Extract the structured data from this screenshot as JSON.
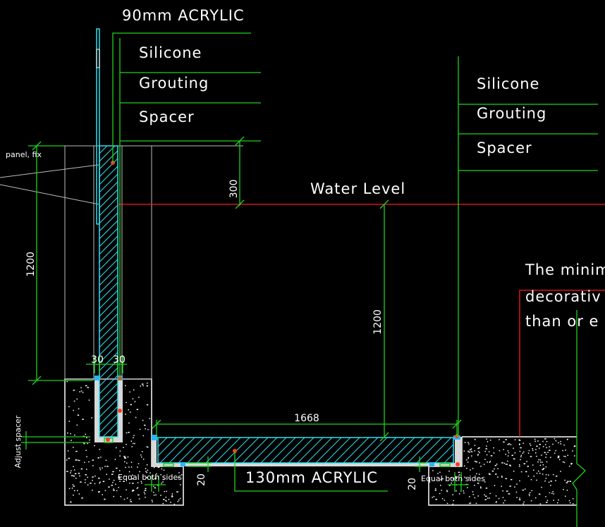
{
  "labels": {
    "acrylic_90": "90mm ACRYLIC",
    "acrylic_130": "130mm ACRYLIC",
    "left_silicone": "Silicone",
    "left_grouting": "Grouting",
    "left_spacer": "Spacer",
    "right_silicone": "Silicone",
    "right_grouting": "Grouting",
    "right_spacer": "Spacer",
    "water_level": "Water Level",
    "panel_fix": "panel, fix",
    "adjust_spacer": "Adjust spacer",
    "equal_left": "Equal both sides",
    "equal_right": "Equal both sides",
    "note_line1": "The minim",
    "note_line2": "decorativ",
    "note_line3": "than or e"
  },
  "dimensions": {
    "freeboard": "300",
    "wall_height_left": "1200",
    "water_depth": "1200",
    "floor_length": "1668",
    "gap_left": "30",
    "gap_right": "30",
    "base_gap_left": "20",
    "base_gap_right": "20"
  },
  "colors": {
    "leader": "#1fd21f",
    "acrylic": "#2fe0f0",
    "water_level": "#ff1a1a",
    "outline": "#bdbdbd"
  }
}
